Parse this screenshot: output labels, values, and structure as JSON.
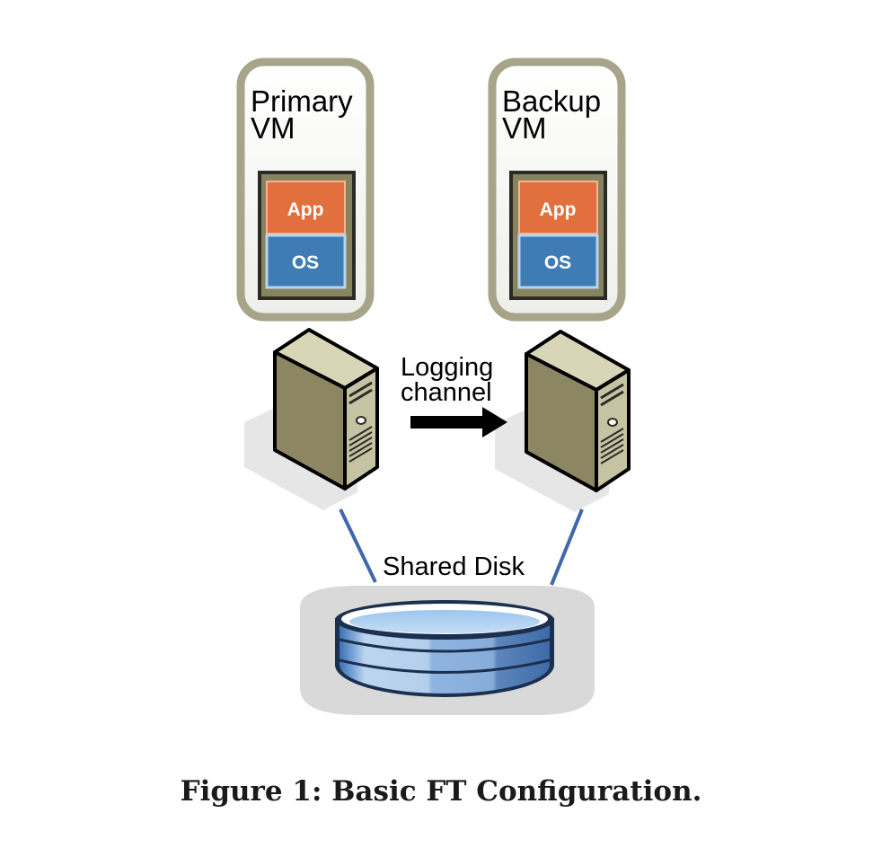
{
  "diagram": {
    "primary_vm": {
      "label_line1": "Primary",
      "label_line2": "VM",
      "app_label": "App",
      "os_label": "OS"
    },
    "backup_vm": {
      "label_line1": "Backup",
      "label_line2": "VM",
      "app_label": "App",
      "os_label": "OS"
    },
    "logging_channel": {
      "label_line1": "Logging",
      "label_line2": "channel"
    },
    "shared_disk": {
      "label": "Shared Disk"
    },
    "colors": {
      "vm_frame": "#a7a48a",
      "app_box": "#e2703f",
      "os_box": "#3f7cb5",
      "server_face": "#8c8762",
      "server_side": "#c6c3a3",
      "link_line": "#3f67aa",
      "disk_blue": "#7aa9da"
    },
    "icons": [
      "server-icon",
      "database-disk-icon",
      "arrow-right-icon"
    ]
  },
  "caption": {
    "text": "Figure 1: Basic FT Configuration."
  }
}
